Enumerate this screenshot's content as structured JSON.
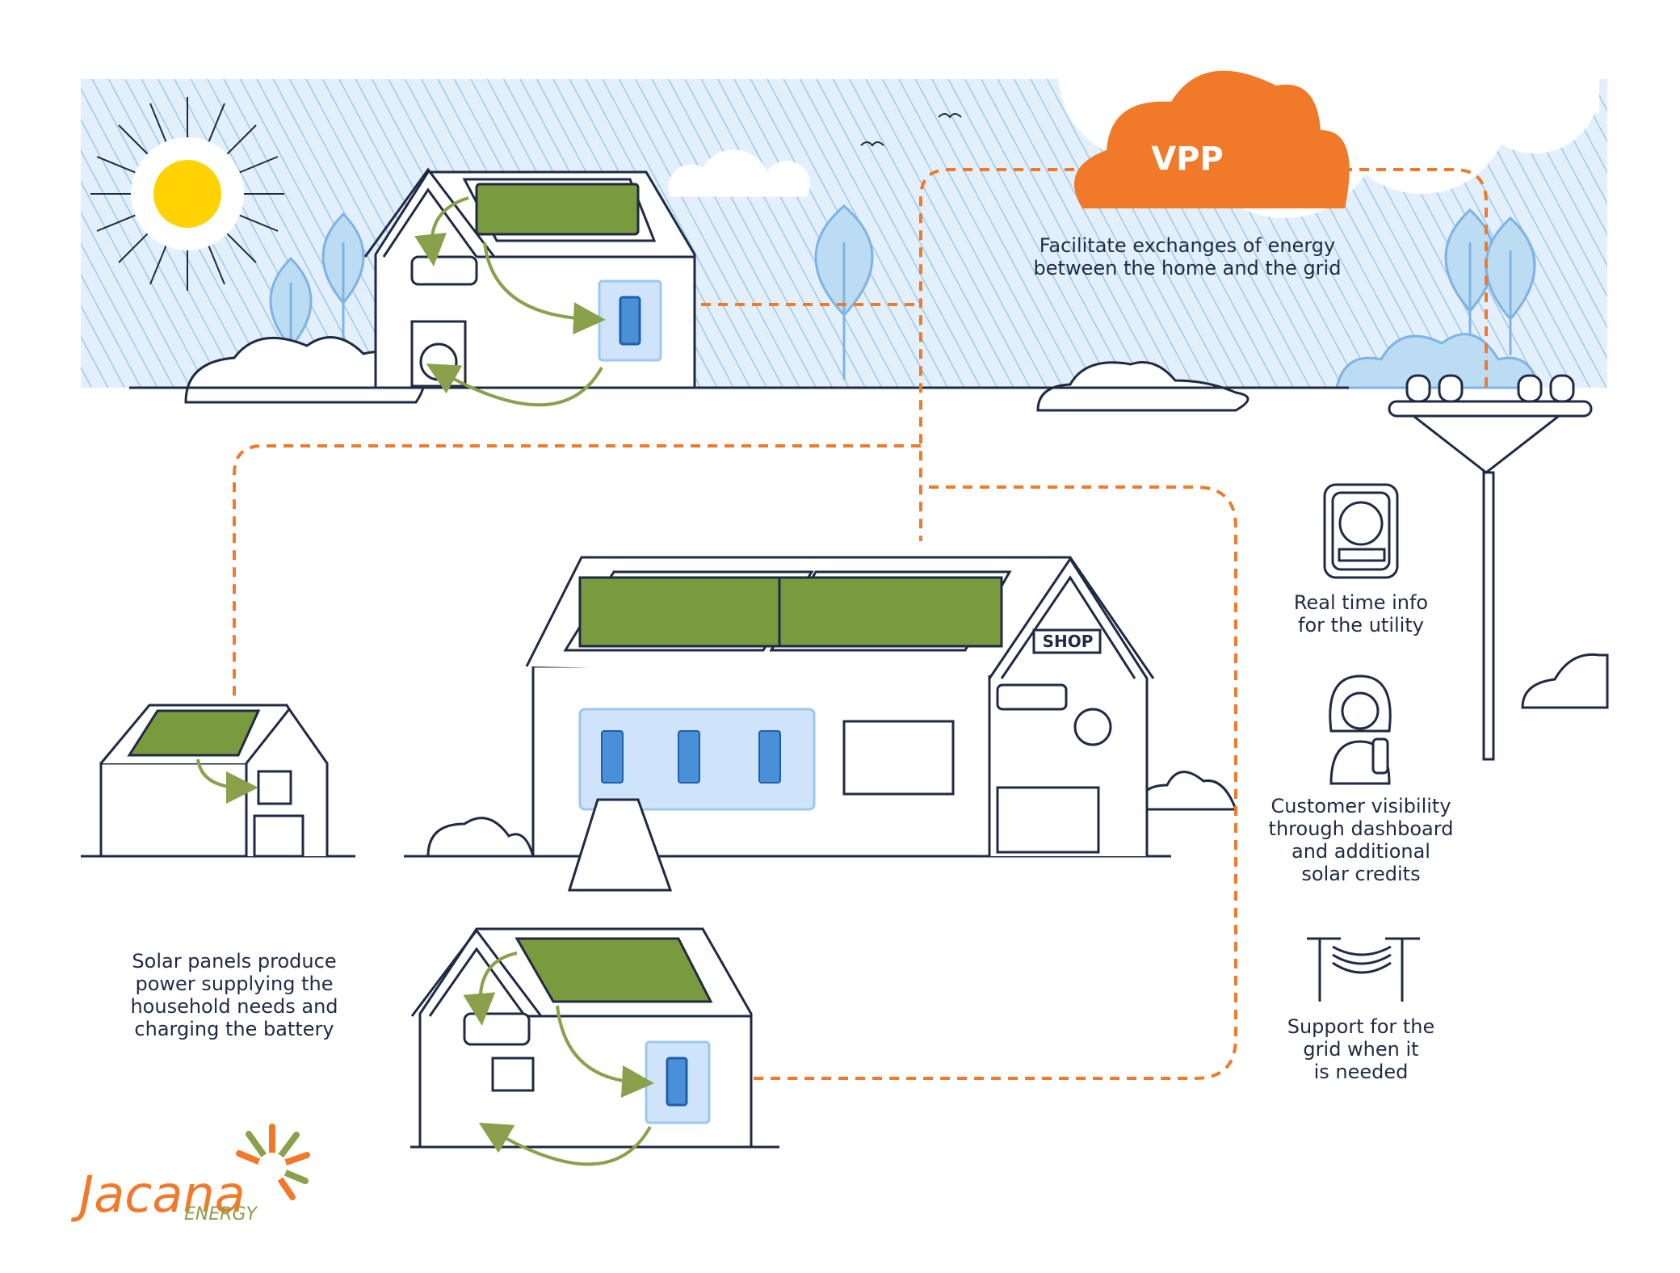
{
  "vpp": {
    "title": "VPP",
    "caption": "Facilitate exchanges of energy\nbetween the home and the grid"
  },
  "shop": {
    "sign": "SHOP"
  },
  "features": [
    {
      "text": "Real time info\nfor the utility"
    },
    {
      "text": "Customer visibility\nthrough dashboard\nand additional\nsolar credits"
    },
    {
      "text": "Support for the\ngrid when it\nis needed"
    }
  ],
  "household": {
    "caption": "Solar panels produce\npower supplying the\nhousehold needs and\ncharging the battery"
  },
  "logo": {
    "name": "Jacana",
    "sub": "ENERGY"
  },
  "colors": {
    "orange": "#f07a2a",
    "navy": "#1f2a44",
    "panel_green": "#7a9a3e",
    "arrow_green": "#8aa04a",
    "sky_blue": "#bcdcf4",
    "battery_blue": "#cfe4fb",
    "sun_yellow": "#ffd200"
  }
}
